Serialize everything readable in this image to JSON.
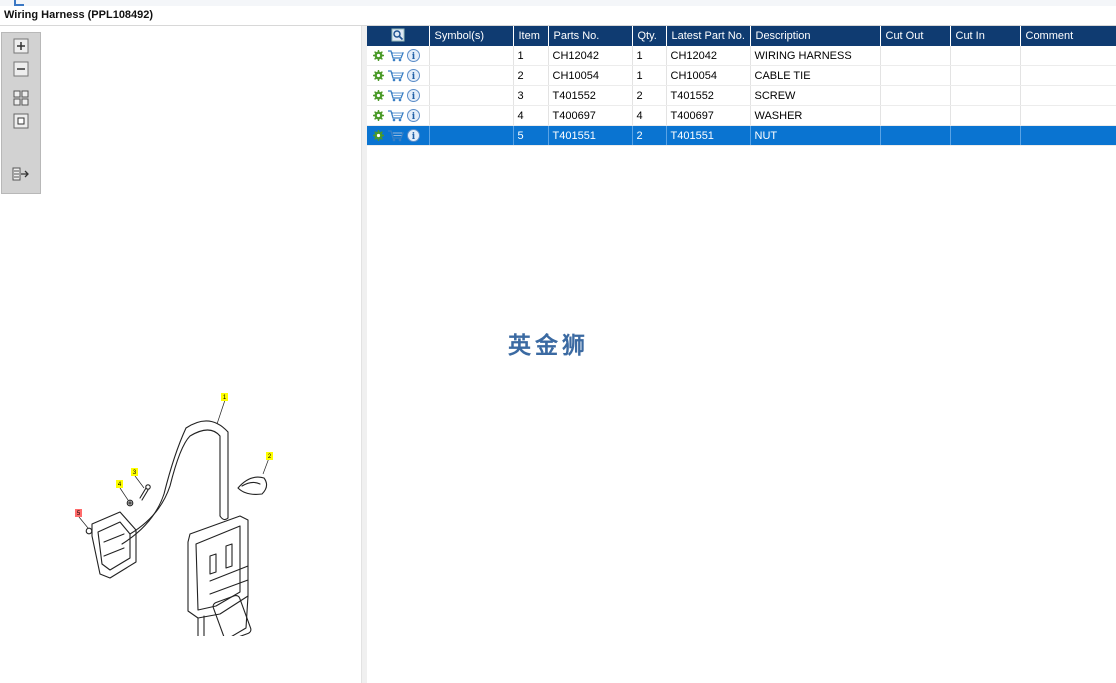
{
  "window": {
    "title": "Wiring Harness (PPL108492)"
  },
  "toolbar": {
    "buttons": [
      {
        "name": "zoom-in",
        "icon": "plus-icon"
      },
      {
        "name": "zoom-out",
        "icon": "minus-icon"
      },
      {
        "name": "fit-all",
        "icon": "grid-icon"
      },
      {
        "name": "fit-window",
        "icon": "square-icon"
      },
      {
        "name": "export",
        "icon": "list-arrow-icon"
      }
    ]
  },
  "drawing": {
    "callouts": [
      "1",
      "2",
      "3",
      "4",
      "5"
    ],
    "callout_color": "#ffff00",
    "highlight_callout_color": "#ff6b6b"
  },
  "parts_table": {
    "columns": [
      "",
      "Symbol(s)",
      "Item",
      "Parts No.",
      "Qty.",
      "Latest Part No.",
      "Description",
      "Cut Out",
      "Cut In",
      "Comment"
    ],
    "rows": [
      {
        "symbols": "",
        "item": "1",
        "part_no": "CH12042",
        "qty": "1",
        "latest": "CH12042",
        "desc": "WIRING HARNESS",
        "cut_out": "",
        "cut_in": "",
        "comment": ""
      },
      {
        "symbols": "",
        "item": "2",
        "part_no": "CH10054",
        "qty": "1",
        "latest": "CH10054",
        "desc": "CABLE TIE",
        "cut_out": "",
        "cut_in": "",
        "comment": ""
      },
      {
        "symbols": "",
        "item": "3",
        "part_no": "T401552",
        "qty": "2",
        "latest": "T401552",
        "desc": "SCREW",
        "cut_out": "",
        "cut_in": "",
        "comment": ""
      },
      {
        "symbols": "",
        "item": "4",
        "part_no": "T400697",
        "qty": "4",
        "latest": "T400697",
        "desc": "WASHER",
        "cut_out": "",
        "cut_in": "",
        "comment": ""
      },
      {
        "symbols": "",
        "item": "5",
        "part_no": "T401551",
        "qty": "2",
        "latest": "T401551",
        "desc": "NUT",
        "cut_out": "",
        "cut_in": "",
        "comment": ""
      }
    ],
    "selected_row": 4,
    "row_icons": [
      "gear-icon",
      "cart-icon",
      "info-icon"
    ],
    "colors": {
      "header": "#0f3b71",
      "selected": "#0a74d1"
    }
  },
  "watermark": "英金狮"
}
